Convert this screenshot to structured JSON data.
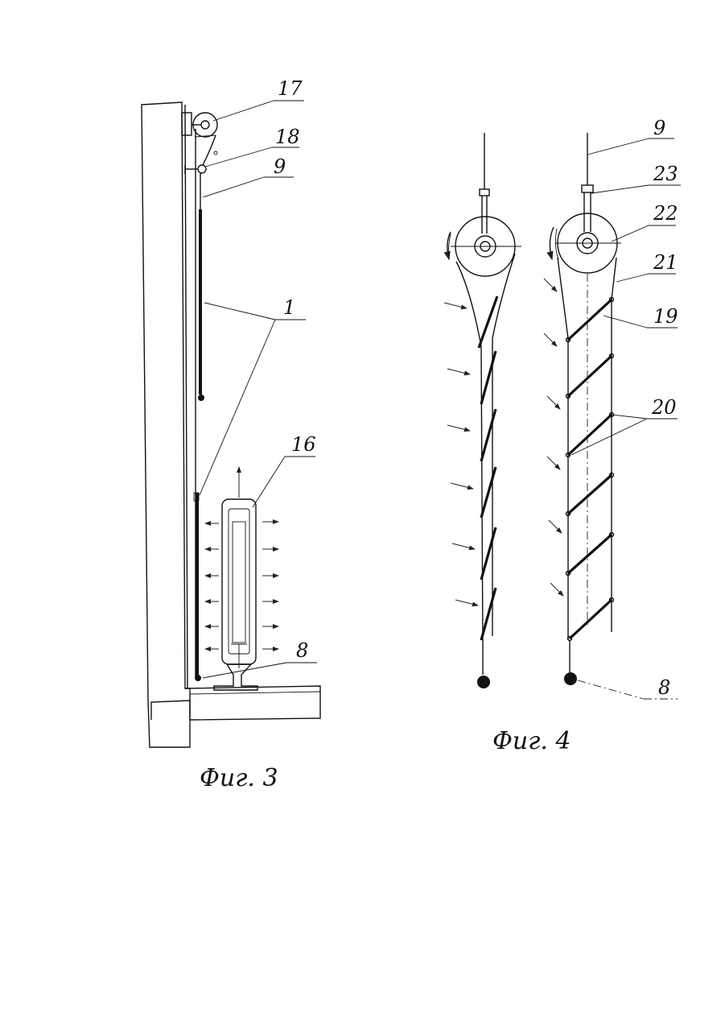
{
  "figure3": {
    "caption": "Фиг. 3",
    "labels": {
      "l17": "17",
      "l18": "18",
      "l9": "9",
      "l1": "1",
      "l16": "16",
      "l8": "8"
    }
  },
  "figure4": {
    "caption": "Фиг. 4",
    "labels": {
      "l9": "9",
      "l23": "23",
      "l22": "22",
      "l21": "21",
      "l19": "19",
      "l20": "20",
      "l8": "8"
    }
  }
}
